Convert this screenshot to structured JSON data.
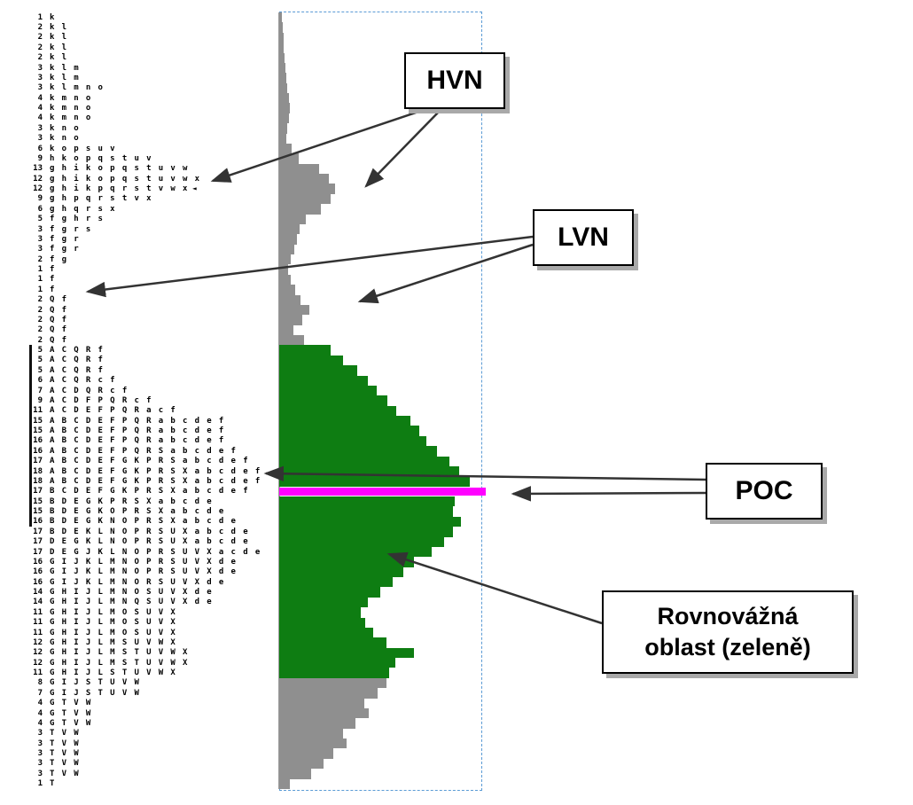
{
  "callouts": {
    "hvn": "HVN",
    "lvn": "LVN",
    "poc": "POC",
    "equilibrium_line1": "Rovnovážná",
    "equilibrium_line2": "oblast (zeleně)"
  },
  "colors": {
    "neutral_bar": "#8f8f8f",
    "equilibrium_bar": "#0e7d12",
    "poc_bar": "#ff00ff",
    "outline_dashed": "#5b9bd5",
    "text": "#000000"
  },
  "chart_data": {
    "type": "bar",
    "orientation": "horizontal",
    "title": "",
    "xlabel": "",
    "ylabel": "",
    "description": "TPO / volume profile: left column = TPO count and TPO letters per price row; bars = volume at price. Gray = high/low volume nodes, green = equilibrium area, magenta = POC line.",
    "volume_units": "relative-pixels",
    "annotations": [
      "HVN",
      "LVN",
      "POC",
      "Rovnovážná oblast (zeleně)"
    ],
    "rows": [
      {
        "tpo_count": 1,
        "letters": "k",
        "zone": "neutral",
        "volume": 3
      },
      {
        "tpo_count": 2,
        "letters": "k l",
        "zone": "neutral",
        "volume": 4
      },
      {
        "tpo_count": 2,
        "letters": "k l",
        "zone": "neutral",
        "volume": 5
      },
      {
        "tpo_count": 2,
        "letters": "k l",
        "zone": "neutral",
        "volume": 5
      },
      {
        "tpo_count": 2,
        "letters": "k l",
        "zone": "neutral",
        "volume": 6
      },
      {
        "tpo_count": 3,
        "letters": "k l m",
        "zone": "neutral",
        "volume": 7
      },
      {
        "tpo_count": 3,
        "letters": "k l m",
        "zone": "neutral",
        "volume": 8
      },
      {
        "tpo_count": 3,
        "letters": "k l m n o",
        "zone": "neutral",
        "volume": 9
      },
      {
        "tpo_count": 4,
        "letters": "k m n o",
        "zone": "neutral",
        "volume": 11
      },
      {
        "tpo_count": 4,
        "letters": "k m n o",
        "zone": "neutral",
        "volume": 12
      },
      {
        "tpo_count": 4,
        "letters": "k m n o",
        "zone": "neutral",
        "volume": 11
      },
      {
        "tpo_count": 3,
        "letters": "k n o",
        "zone": "neutral",
        "volume": 9
      },
      {
        "tpo_count": 3,
        "letters": "k n o",
        "zone": "neutral",
        "volume": 8
      },
      {
        "tpo_count": 6,
        "letters": "k o p s u v",
        "zone": "neutral",
        "volume": 14
      },
      {
        "tpo_count": 9,
        "letters": "h k o p q s t u v",
        "zone": "neutral",
        "volume": 22
      },
      {
        "tpo_count": 13,
        "letters": "g h i k o p q s t u v w",
        "zone": "neutral",
        "volume": 45
      },
      {
        "tpo_count": 12,
        "letters": "g h i k o p q s t u v w x",
        "zone": "neutral",
        "volume": 56
      },
      {
        "tpo_count": 12,
        "letters": "g h i k p q r s t v w x",
        "zone": "neutral",
        "volume": 63,
        "marker": true
      },
      {
        "tpo_count": 9,
        "letters": "g h p q r s t v x",
        "zone": "neutral",
        "volume": 58
      },
      {
        "tpo_count": 6,
        "letters": "g h q r s x",
        "zone": "neutral",
        "volume": 47
      },
      {
        "tpo_count": 5,
        "letters": "f g h r s",
        "zone": "neutral",
        "volume": 30
      },
      {
        "tpo_count": 3,
        "letters": "f g r s",
        "zone": "neutral",
        "volume": 23
      },
      {
        "tpo_count": 3,
        "letters": "f g r",
        "zone": "neutral",
        "volume": 20
      },
      {
        "tpo_count": 3,
        "letters": "f g r",
        "zone": "neutral",
        "volume": 17
      },
      {
        "tpo_count": 2,
        "letters": "f g",
        "zone": "neutral",
        "volume": 13
      },
      {
        "tpo_count": 1,
        "letters": "f",
        "zone": "neutral",
        "volume": 10
      },
      {
        "tpo_count": 1,
        "letters": "f",
        "zone": "neutral",
        "volume": 13
      },
      {
        "tpo_count": 1,
        "letters": "f",
        "zone": "neutral",
        "volume": 18
      },
      {
        "tpo_count": 2,
        "letters": "Q f",
        "zone": "neutral",
        "volume": 24
      },
      {
        "tpo_count": 2,
        "letters": "Q f",
        "zone": "neutral",
        "volume": 34
      },
      {
        "tpo_count": 2,
        "letters": "Q f",
        "zone": "neutral",
        "volume": 26
      },
      {
        "tpo_count": 2,
        "letters": "Q f",
        "zone": "neutral",
        "volume": 16
      },
      {
        "tpo_count": 2,
        "letters": "Q f",
        "zone": "neutral",
        "volume": 28
      },
      {
        "tpo_count": 5,
        "letters": "A C Q R f",
        "zone": "equilibrium",
        "volume": 58
      },
      {
        "tpo_count": 5,
        "letters": "A C Q R f",
        "zone": "equilibrium",
        "volume": 72
      },
      {
        "tpo_count": 5,
        "letters": "A C Q R f",
        "zone": "equilibrium",
        "volume": 88
      },
      {
        "tpo_count": 6,
        "letters": "A C Q R c f",
        "zone": "equilibrium",
        "volume": 100
      },
      {
        "tpo_count": 7,
        "letters": "A C D Q R c f",
        "zone": "equilibrium",
        "volume": 110
      },
      {
        "tpo_count": 9,
        "letters": "A C D F P Q R c f",
        "zone": "equilibrium",
        "volume": 122
      },
      {
        "tpo_count": 11,
        "letters": "A C D E F P Q R a c f",
        "zone": "equilibrium",
        "volume": 132
      },
      {
        "tpo_count": 15,
        "letters": "A B C D E F P Q R a b c d e f",
        "zone": "equilibrium",
        "volume": 148
      },
      {
        "tpo_count": 15,
        "letters": "A B C D E F P Q R a b c d e f",
        "zone": "equilibrium",
        "volume": 158
      },
      {
        "tpo_count": 16,
        "letters": "A B C D E F P Q R a b c d e f",
        "zone": "equilibrium",
        "volume": 166
      },
      {
        "tpo_count": 16,
        "letters": "A B C D E F P Q R S a b c d e f",
        "zone": "equilibrium",
        "volume": 178
      },
      {
        "tpo_count": 17,
        "letters": "A B C D E F G K P R S a b c d e f",
        "zone": "equilibrium",
        "volume": 192
      },
      {
        "tpo_count": 18,
        "letters": "A B C D E F G K P R S X a b c d e f",
        "zone": "equilibrium",
        "volume": 203
      },
      {
        "tpo_count": 18,
        "letters": "A B C D E F G K P R S X a b c d e f",
        "zone": "equilibrium",
        "volume": 215
      },
      {
        "tpo_count": 17,
        "letters": "B C D E F G K P R S X a b c d e f",
        "zone": "poc",
        "volume": 233
      },
      {
        "tpo_count": 15,
        "letters": "B D E G K P R S X a b c d e",
        "zone": "equilibrium",
        "volume": 198
      },
      {
        "tpo_count": 15,
        "letters": "B D E G K O P R S X a b c d e",
        "zone": "equilibrium",
        "volume": 196
      },
      {
        "tpo_count": 16,
        "letters": "B D E G K N O P R S X a b c d e",
        "zone": "equilibrium",
        "volume": 205
      },
      {
        "tpo_count": 17,
        "letters": "B D E K L N O P R S U X a b c d e",
        "zone": "equilibrium",
        "volume": 196
      },
      {
        "tpo_count": 17,
        "letters": "D E G K L N O P R S U X a b c d e",
        "zone": "equilibrium",
        "volume": 186
      },
      {
        "tpo_count": 17,
        "letters": "D E G J K L N O P R S U V X a c d e",
        "zone": "equilibrium",
        "volume": 172
      },
      {
        "tpo_count": 16,
        "letters": "G I J K L M N O P R S U V X d e",
        "zone": "equilibrium",
        "volume": 152
      },
      {
        "tpo_count": 16,
        "letters": "G I J K L M N O P R S U V X d e",
        "zone": "equilibrium",
        "volume": 140
      },
      {
        "tpo_count": 16,
        "letters": "G I J K L M N O R S U V X d e",
        "zone": "equilibrium",
        "volume": 128
      },
      {
        "tpo_count": 14,
        "letters": "G H I J L M N O S U V X d e",
        "zone": "equilibrium",
        "volume": 114
      },
      {
        "tpo_count": 14,
        "letters": "G H I J L M N Q S U V X d e",
        "zone": "equilibrium",
        "volume": 100
      },
      {
        "tpo_count": 11,
        "letters": "G H I J L M O S U V X",
        "zone": "equilibrium",
        "volume": 92
      },
      {
        "tpo_count": 11,
        "letters": "G H I J L M O S U V X",
        "zone": "equilibrium",
        "volume": 97
      },
      {
        "tpo_count": 11,
        "letters": "G H I J L M O S U V X",
        "zone": "equilibrium",
        "volume": 106
      },
      {
        "tpo_count": 12,
        "letters": "G H I J L M S U V W X",
        "zone": "equilibrium",
        "volume": 121
      },
      {
        "tpo_count": 12,
        "letters": "G H I J L M S T U V W X",
        "zone": "equilibrium",
        "volume": 152
      },
      {
        "tpo_count": 12,
        "letters": "G H I J L M S T U V W X",
        "zone": "equilibrium",
        "volume": 131
      },
      {
        "tpo_count": 11,
        "letters": "G H I J L S T U V W X",
        "zone": "equilibrium",
        "volume": 124
      },
      {
        "tpo_count": 8,
        "letters": "G I J S T U V W",
        "zone": "neutral",
        "volume": 121
      },
      {
        "tpo_count": 7,
        "letters": "G I J S T U V W",
        "zone": "neutral",
        "volume": 111
      },
      {
        "tpo_count": 4,
        "letters": "G T V W",
        "zone": "neutral",
        "volume": 96
      },
      {
        "tpo_count": 4,
        "letters": "G T V W",
        "zone": "neutral",
        "volume": 101
      },
      {
        "tpo_count": 4,
        "letters": "G T V W",
        "zone": "neutral",
        "volume": 86
      },
      {
        "tpo_count": 3,
        "letters": "T V W",
        "zone": "neutral",
        "volume": 72
      },
      {
        "tpo_count": 3,
        "letters": "T V W",
        "zone": "neutral",
        "volume": 76
      },
      {
        "tpo_count": 3,
        "letters": "T V W",
        "zone": "neutral",
        "volume": 61
      },
      {
        "tpo_count": 3,
        "letters": "T V W",
        "zone": "neutral",
        "volume": 50
      },
      {
        "tpo_count": 3,
        "letters": "T V W",
        "zone": "neutral",
        "volume": 36
      },
      {
        "tpo_count": 1,
        "letters": "T",
        "zone": "neutral",
        "volume": 12
      }
    ]
  }
}
